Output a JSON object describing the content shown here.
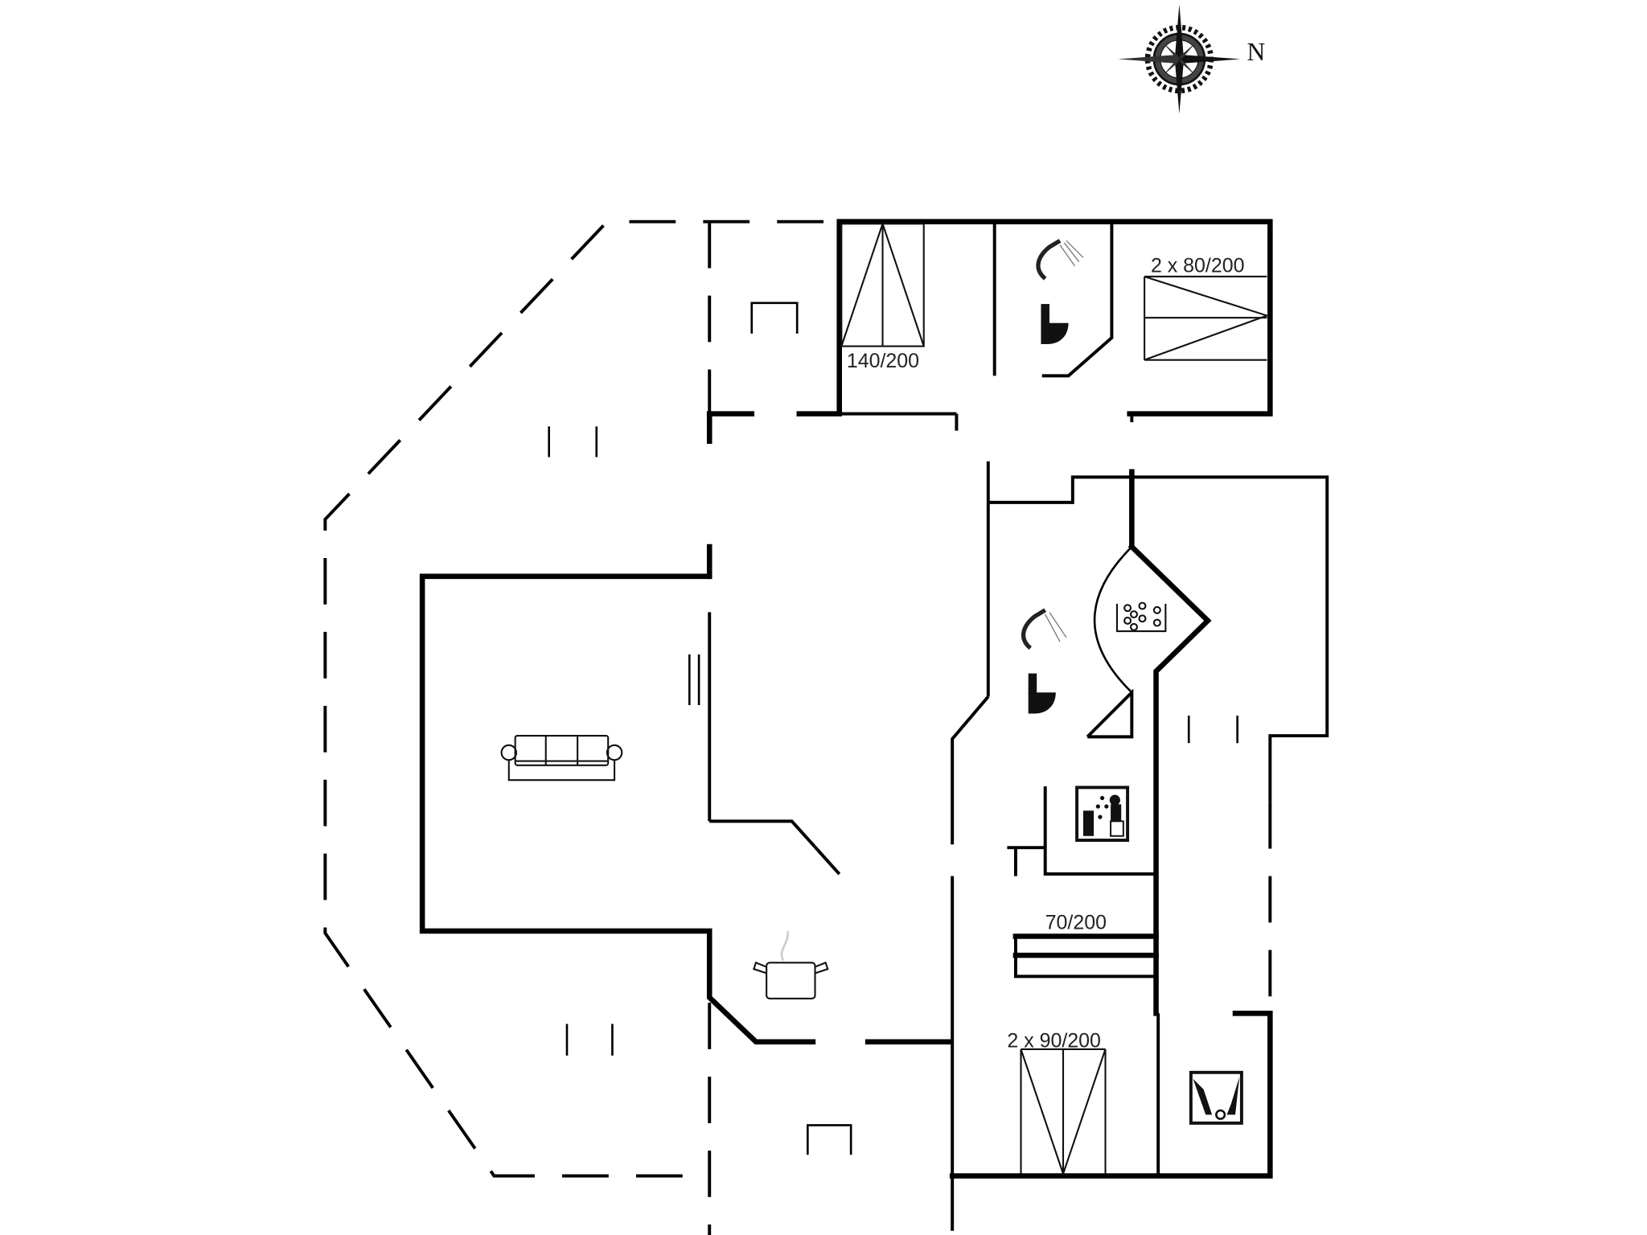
{
  "compass": {
    "north_label": "N"
  },
  "rooms": {
    "bedroom_1": {
      "bed_label": "140/200"
    },
    "bedroom_2": {
      "bed_label": "2 x 80/200"
    },
    "bedroom_3": {
      "bed_label": "70/200"
    },
    "bedroom_4": {
      "bed_label": "2 x 90/200"
    }
  },
  "icons": [
    "compass-rose-icon",
    "shower-icon",
    "toilet-icon",
    "spa-whirlpool-icon",
    "sauna-icon",
    "sofa-icon",
    "cooking-pot-icon",
    "washing-machine-icon"
  ],
  "colors": {
    "background": "#ffffff",
    "lines": "#000000"
  }
}
